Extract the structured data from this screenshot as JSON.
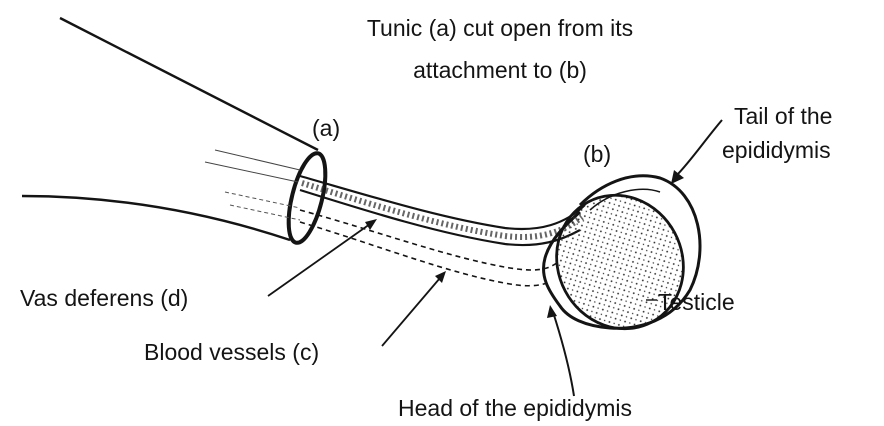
{
  "labels": {
    "title_line1": "Tunic (a) cut open from its",
    "title_line2": "attachment to (b)",
    "a": "(a)",
    "b": "(b)",
    "tail_line1": "Tail of the",
    "tail_line2": "epididymis",
    "vas_deferens": "Vas deferens (d)",
    "testicle": "Testicle",
    "blood_vessels": "Blood vessels (c)",
    "head": "Head of the epididymis"
  },
  "colors": {
    "ink": "#141414",
    "background": "#ffffff"
  }
}
